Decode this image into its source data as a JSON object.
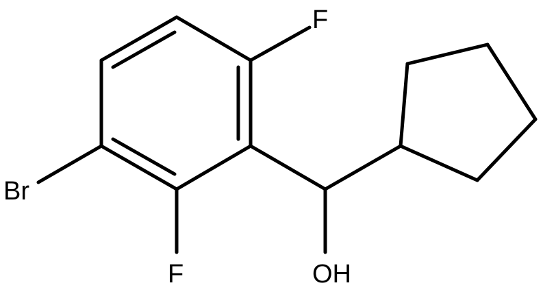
{
  "molecule": {
    "atoms": {
      "br": "Br",
      "f_top": "F",
      "f_bottom": "F",
      "oh": "OH"
    },
    "colors": {
      "bond": "#000000",
      "label": "#000000",
      "background": "#ffffff"
    }
  }
}
